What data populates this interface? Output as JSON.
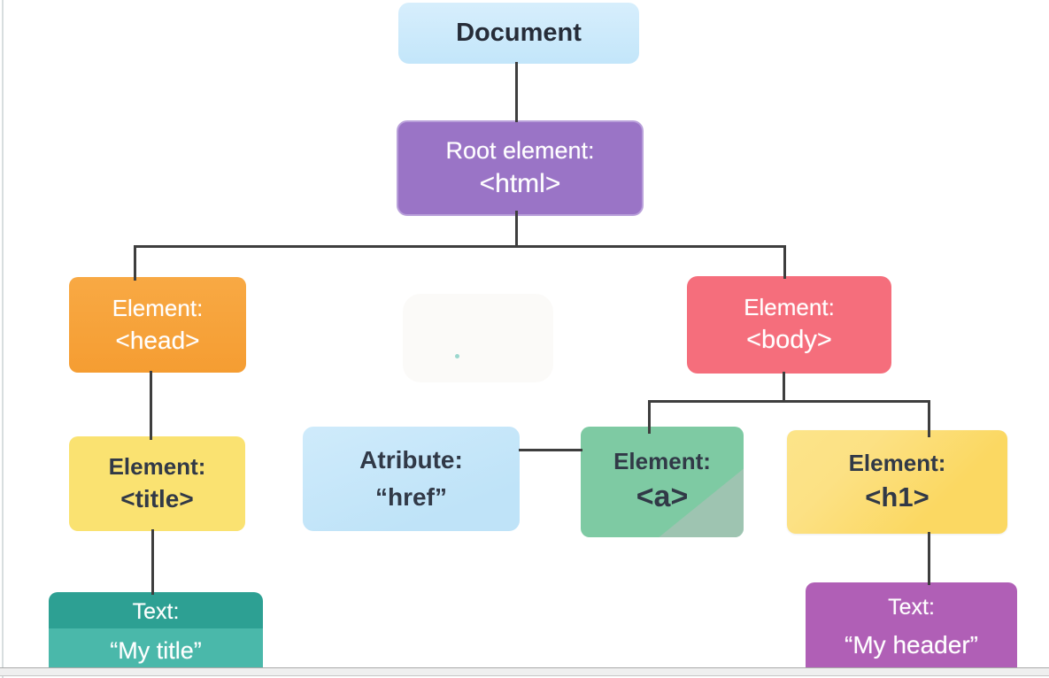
{
  "diagram": {
    "description": "DOM tree diagram of an HTML document",
    "nodes": {
      "document": {
        "label": "Document"
      },
      "root_html": {
        "line1": "Root element:",
        "line2": "<html>"
      },
      "element_head": {
        "line1": "Element:",
        "line2": "<head>"
      },
      "element_body": {
        "line1": "Element:",
        "line2": "<body>"
      },
      "element_title": {
        "line1": "Element:",
        "line2": "<title>"
      },
      "text_my_title": {
        "line1": "Text:",
        "line2": "“My title”"
      },
      "attribute_href": {
        "line1": "Atribute:",
        "line2": "“href”"
      },
      "element_a": {
        "line1": "Element:",
        "line2": "<a>"
      },
      "element_h1": {
        "line1": "Element:",
        "line2": "<h1>"
      },
      "text_my_header": {
        "line1": "Text:",
        "line2": "“My header”"
      }
    },
    "palette": {
      "document_bg": "#c9e8fb",
      "root_bg": "#9a74c6",
      "head_bg": "#f6a33c",
      "body_bg": "#f56e7c",
      "title_bg": "#fae271",
      "text_title_bg_top": "#2da093",
      "text_title_bg_bottom": "#4ab8aa",
      "attribute_bg": "#c6e7f9",
      "a_bg": "#7ecaa3",
      "h1_bg": "#fbd964",
      "text_header_bg": "#b05fb6",
      "connector": "#3e3e3e",
      "dark_text": "#313947",
      "white_text": "#ffffff"
    }
  }
}
